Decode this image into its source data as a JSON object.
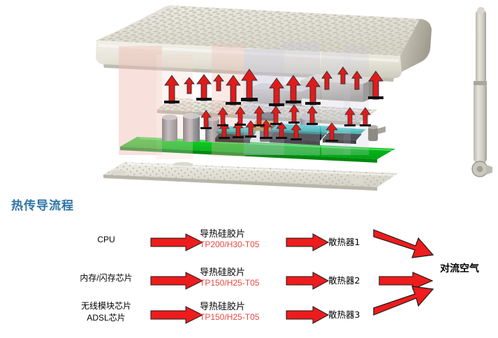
{
  "document": {
    "kind": "thermal-conduction-flow-slide",
    "background_color": "#ffffff"
  },
  "illustration": {
    "name": "router-exploded-view",
    "description_label": "",
    "colors": {
      "case": "#e8e6dc",
      "case_shade": "#b9b6a8",
      "pcb": "#00c018",
      "heatsink": "#2fc0c0",
      "chip": "#2a2a2a",
      "arrow": "#e11b1b",
      "antenna": "#cfcdc4",
      "overlay_pink": "#f3c9c4",
      "overlay_lavender": "#c9c8d8"
    }
  },
  "flow": {
    "title": "热传导流程",
    "title_color": "#2c74a6",
    "arrow_color": "#ee1c1c",
    "arrow_outline": "#1a1a1a",
    "code_color": "#e8473f",
    "final_node": "对流空气",
    "rows": [
      {
        "id": "row-cpu",
        "source_lines": [
          "CPU"
        ],
        "pad_name": "导热硅胶片",
        "pad_code": "TP200/H30-T05",
        "sink": "散热器1",
        "converge_direction": "down-right"
      },
      {
        "id": "row-memory",
        "source_lines": [
          "内存/闪存芯片"
        ],
        "pad_name": "导热硅胶片",
        "pad_code": "TP150/H25-T05",
        "sink": "散热器2",
        "converge_direction": "right"
      },
      {
        "id": "row-wireless",
        "source_lines": [
          "无线模块芯片",
          "ADSL芯片"
        ],
        "pad_name": "导热硅胶片",
        "pad_code": "TP150/H25-T05",
        "sink": "散热器3",
        "converge_direction": "up-right"
      }
    ]
  }
}
